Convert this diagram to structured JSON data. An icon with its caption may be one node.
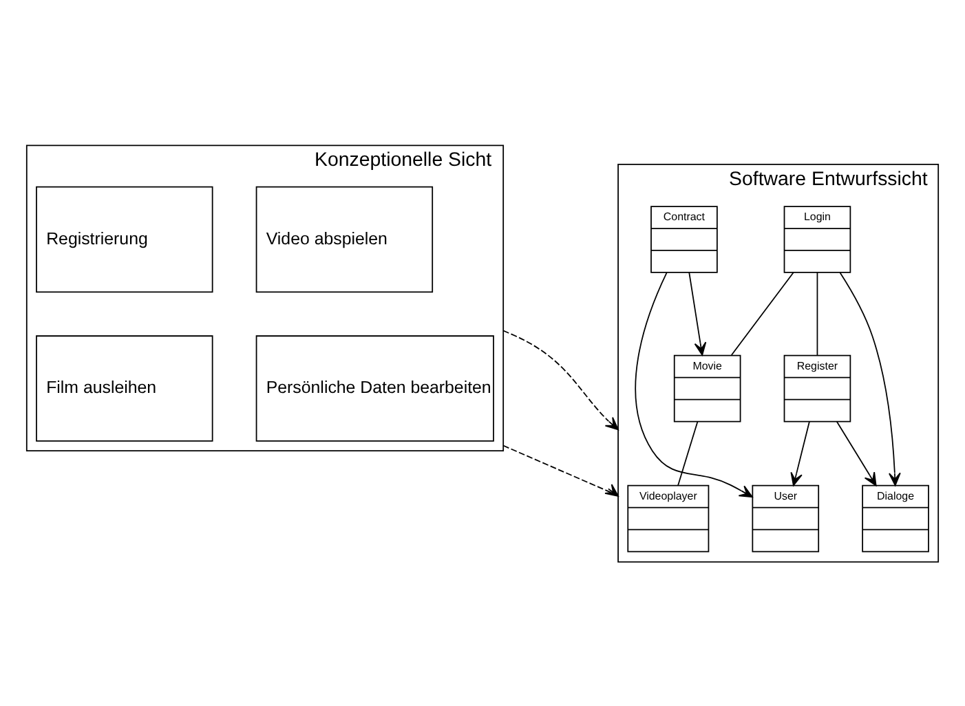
{
  "diagram": {
    "nodes": [
      {
        "text": [
          "Konzeptionelle Sicht"
        ]
      },
      {
        "text": [
          "Registrierung"
        ],
        "in": 0
      },
      {
        "text": [
          "Video abspielen"
        ],
        "in": 0
      },
      {
        "text": [
          "Film ausleihen"
        ],
        "in": 0
      },
      {
        "text": [
          "Persönliche Daten bearbeiten"
        ],
        "in": 0
      },
      {
        "text": [
          "Software Entwurfssicht"
        ]
      },
      {
        "text": [
          "Dialoge"
        ],
        "in": 5
      },
      {
        "text": [
          "User"
        ],
        "in": 5
      },
      {
        "text": [
          "Login"
        ],
        "in": 5
      },
      {
        "text": [
          "Register"
        ],
        "in": 5
      },
      {
        "text": [
          "Contract"
        ],
        "in": 5
      },
      {
        "text": [
          "Movie"
        ],
        "in": 5
      },
      {
        "text": [
          "Videoplayer"
        ],
        "in": 5
      }
    ],
    "edges": [
      {
        "from": 0,
        "to": 5,
        "arrow": "to",
        "style": "dashed"
      },
      {
        "from": 0,
        "to": 5,
        "arrow": "to",
        "style": "dashed"
      },
      {
        "from": 8,
        "to": 6,
        "arrow": "to"
      },
      {
        "from": 9,
        "to": 6,
        "arrow": "to"
      },
      {
        "from": 9,
        "to": 7,
        "arrow": "to"
      },
      {
        "from": 10,
        "to": 7,
        "arrow": "to"
      },
      {
        "from": 8,
        "to": 9,
        "arrow": "none"
      },
      {
        "from": 8,
        "to": 11,
        "arrow": "none"
      },
      {
        "from": 10,
        "to": 11,
        "arrow": "to"
      },
      {
        "from": 11,
        "to": 12,
        "arrow": "none"
      }
    ]
  }
}
